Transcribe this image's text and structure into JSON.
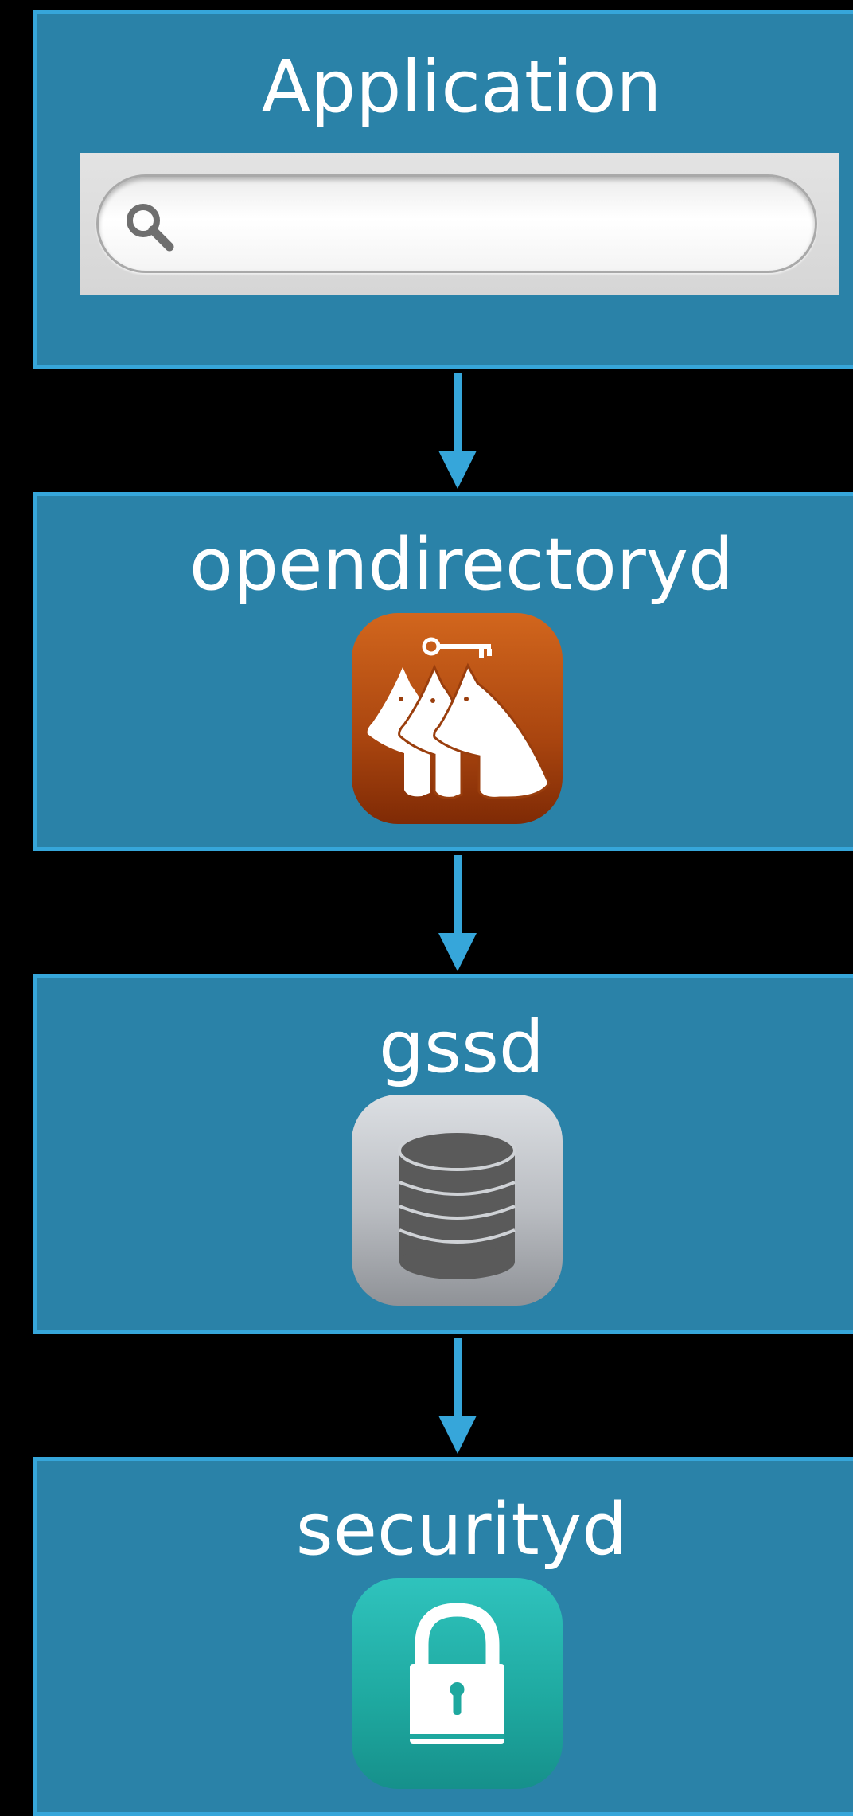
{
  "diagram": {
    "boxes": [
      {
        "id": "application",
        "title": "Application",
        "icon": "search-icon"
      },
      {
        "id": "opendirectoryd",
        "title": "opendirectoryd",
        "icon": "directory-utility-icon"
      },
      {
        "id": "gssd",
        "title": "gssd",
        "icon": "database-icon"
      },
      {
        "id": "securityd",
        "title": "securityd",
        "icon": "lock-icon"
      }
    ],
    "search": {
      "value": "",
      "placeholder": ""
    },
    "connectors": [
      {
        "from": "application",
        "to": "opendirectoryd"
      },
      {
        "from": "opendirectoryd",
        "to": "gssd"
      },
      {
        "from": "gssd",
        "to": "securityd"
      }
    ]
  },
  "colors": {
    "background": "#000000",
    "box_fill": "#2a82a8",
    "box_border": "#36a6da",
    "arrow": "#36a6da",
    "text": "#ffffff"
  }
}
